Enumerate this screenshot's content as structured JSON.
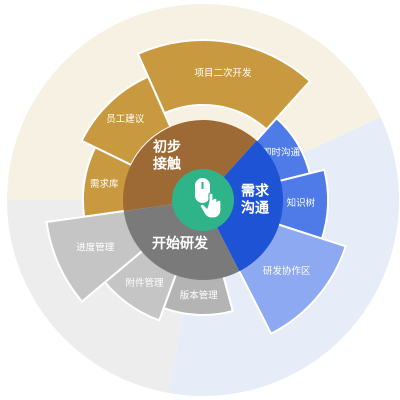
{
  "colors": {
    "backdrop_warm": "#f6f1e2",
    "backdrop_cool": "#e6ecf8",
    "backdrop_gray": "#ededed",
    "gold": "#c8993f",
    "brown": "#9d6a36",
    "blue_outer": "#8da9f2",
    "blue_mid": "#4e7be8",
    "blue_inner": "#1f53d6",
    "gray_outer": "#c5c5c5",
    "gray_mid": "#b4b4b4",
    "gray_inner": "#7a7a7a",
    "hub": "#2fb48a"
  },
  "center": {
    "icon": "mouse-click-icon"
  },
  "categories": [
    {
      "id": "initial-contact",
      "lines": [
        "初步",
        "接触"
      ]
    },
    {
      "id": "requirement-communication",
      "lines": [
        "需求",
        "沟通"
      ]
    },
    {
      "id": "start-development",
      "lines": [
        "开始研发"
      ]
    }
  ],
  "segments": [
    {
      "id": "project-next-dev",
      "label": "项目二次开发",
      "category": "initial-contact"
    },
    {
      "id": "staff-suggestion",
      "label": "员工建议",
      "category": "initial-contact"
    },
    {
      "id": "requirement-pool",
      "label": "需求库",
      "category": "initial-contact"
    },
    {
      "id": "instant-communication",
      "label": "即时沟通",
      "category": "requirement-communication"
    },
    {
      "id": "knowledge-tree",
      "label": "知识树",
      "category": "requirement-communication"
    },
    {
      "id": "dev-collaboration",
      "label": "研发协作区",
      "category": "requirement-communication"
    },
    {
      "id": "version-management",
      "label": "版本管理",
      "category": "start-development"
    },
    {
      "id": "attachment-management",
      "label": "附件管理",
      "category": "start-development"
    },
    {
      "id": "progress-management",
      "label": "进度管理",
      "category": "start-development"
    }
  ]
}
